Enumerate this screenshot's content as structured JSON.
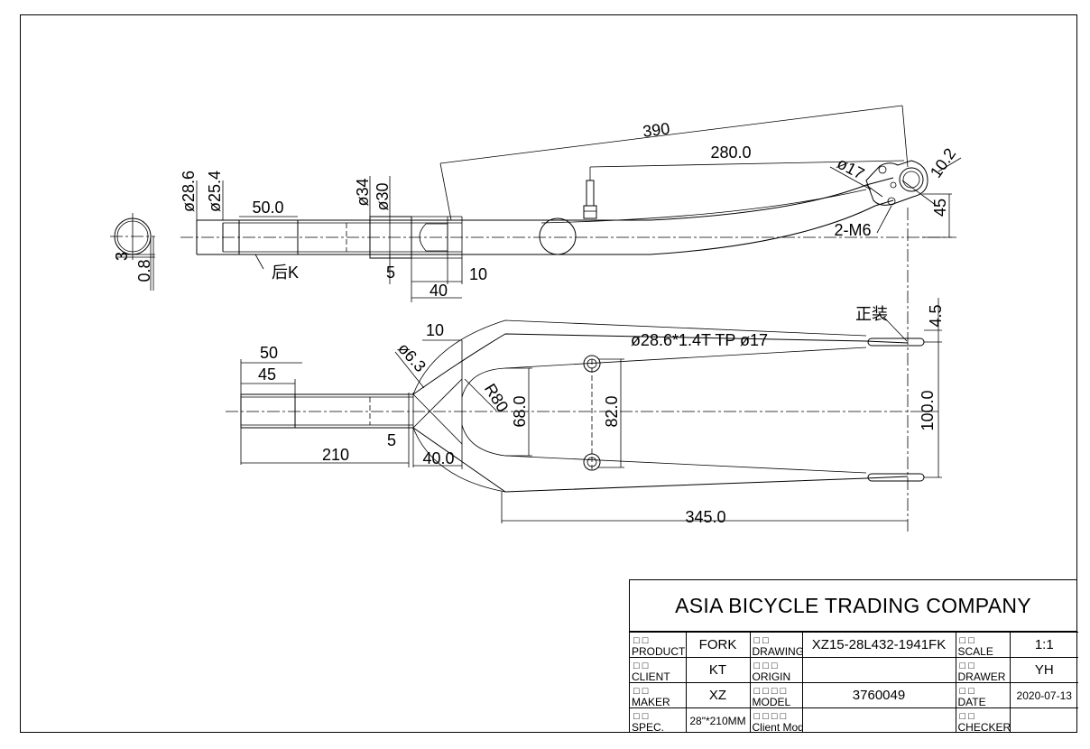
{
  "title_block": {
    "company": "ASIA BICYCLE TRADING COMPANY",
    "rows": [
      {
        "l1_boxes": "□  □",
        "l1": "PRODUCT",
        "v1": "FORK",
        "l2_boxes": "□  □",
        "l2": "DRAWING",
        "v2": "XZ15-28L432-1941FK",
        "l3_boxes": "□  □",
        "l3": "SCALE",
        "v3": "1:1"
      },
      {
        "l1_boxes": "□  □",
        "l1": "CLIENT",
        "v1": "KT",
        "l2_boxes": "□ □ □",
        "l2": "ORIGIN",
        "v2": "",
        "l3_boxes": "□  □",
        "l3": "DRAWER",
        "v3": "YH"
      },
      {
        "l1_boxes": "□  □",
        "l1": "MAKER",
        "v1": "XZ",
        "l2_boxes": "□ □ □ □",
        "l2": "MODEL",
        "v2": "3760049",
        "l3_boxes": "□  □",
        "l3": "DATE",
        "v3": "2020-07-13"
      },
      {
        "l1_boxes": "□  □",
        "l1": "SPEC.",
        "v1": "28\"*210MM",
        "l2_boxes": "□ □ □ □",
        "l2": "Client Mod.",
        "v2": "",
        "l3_boxes": "□  □",
        "l3": "CHECKER",
        "v3": ""
      }
    ]
  },
  "dimensions": {
    "d_28_6": "ø28.6",
    "d_25_4": "ø25.4",
    "d_50_0": "50.0",
    "d_34": "ø34",
    "d_30": "ø30",
    "d_390": "390",
    "d_280": "280.0",
    "d_17": "ø17",
    "d_10_2": "10.2",
    "d_45v": "45",
    "d_m6": "2-M6",
    "d_3": "3",
    "d_0_8": "0.8",
    "hou_k": "后K",
    "d_5a": "5",
    "d_10a": "10",
    "d_40a": "40",
    "zhengzhuang": "正装",
    "d_4_5": "4.5",
    "d_10b": "10",
    "d_50b": "50",
    "d_45b": "45",
    "d_6_3": "ø6.3",
    "blade_spec": "ø28.6*1.4T TP ø17",
    "d_r80": "R80",
    "d_68": "68.0",
    "d_82": "82.0",
    "d_100": "100.0",
    "d_210": "210",
    "d_5b": "5",
    "d_40b": "40.0",
    "d_345": "345.0"
  }
}
